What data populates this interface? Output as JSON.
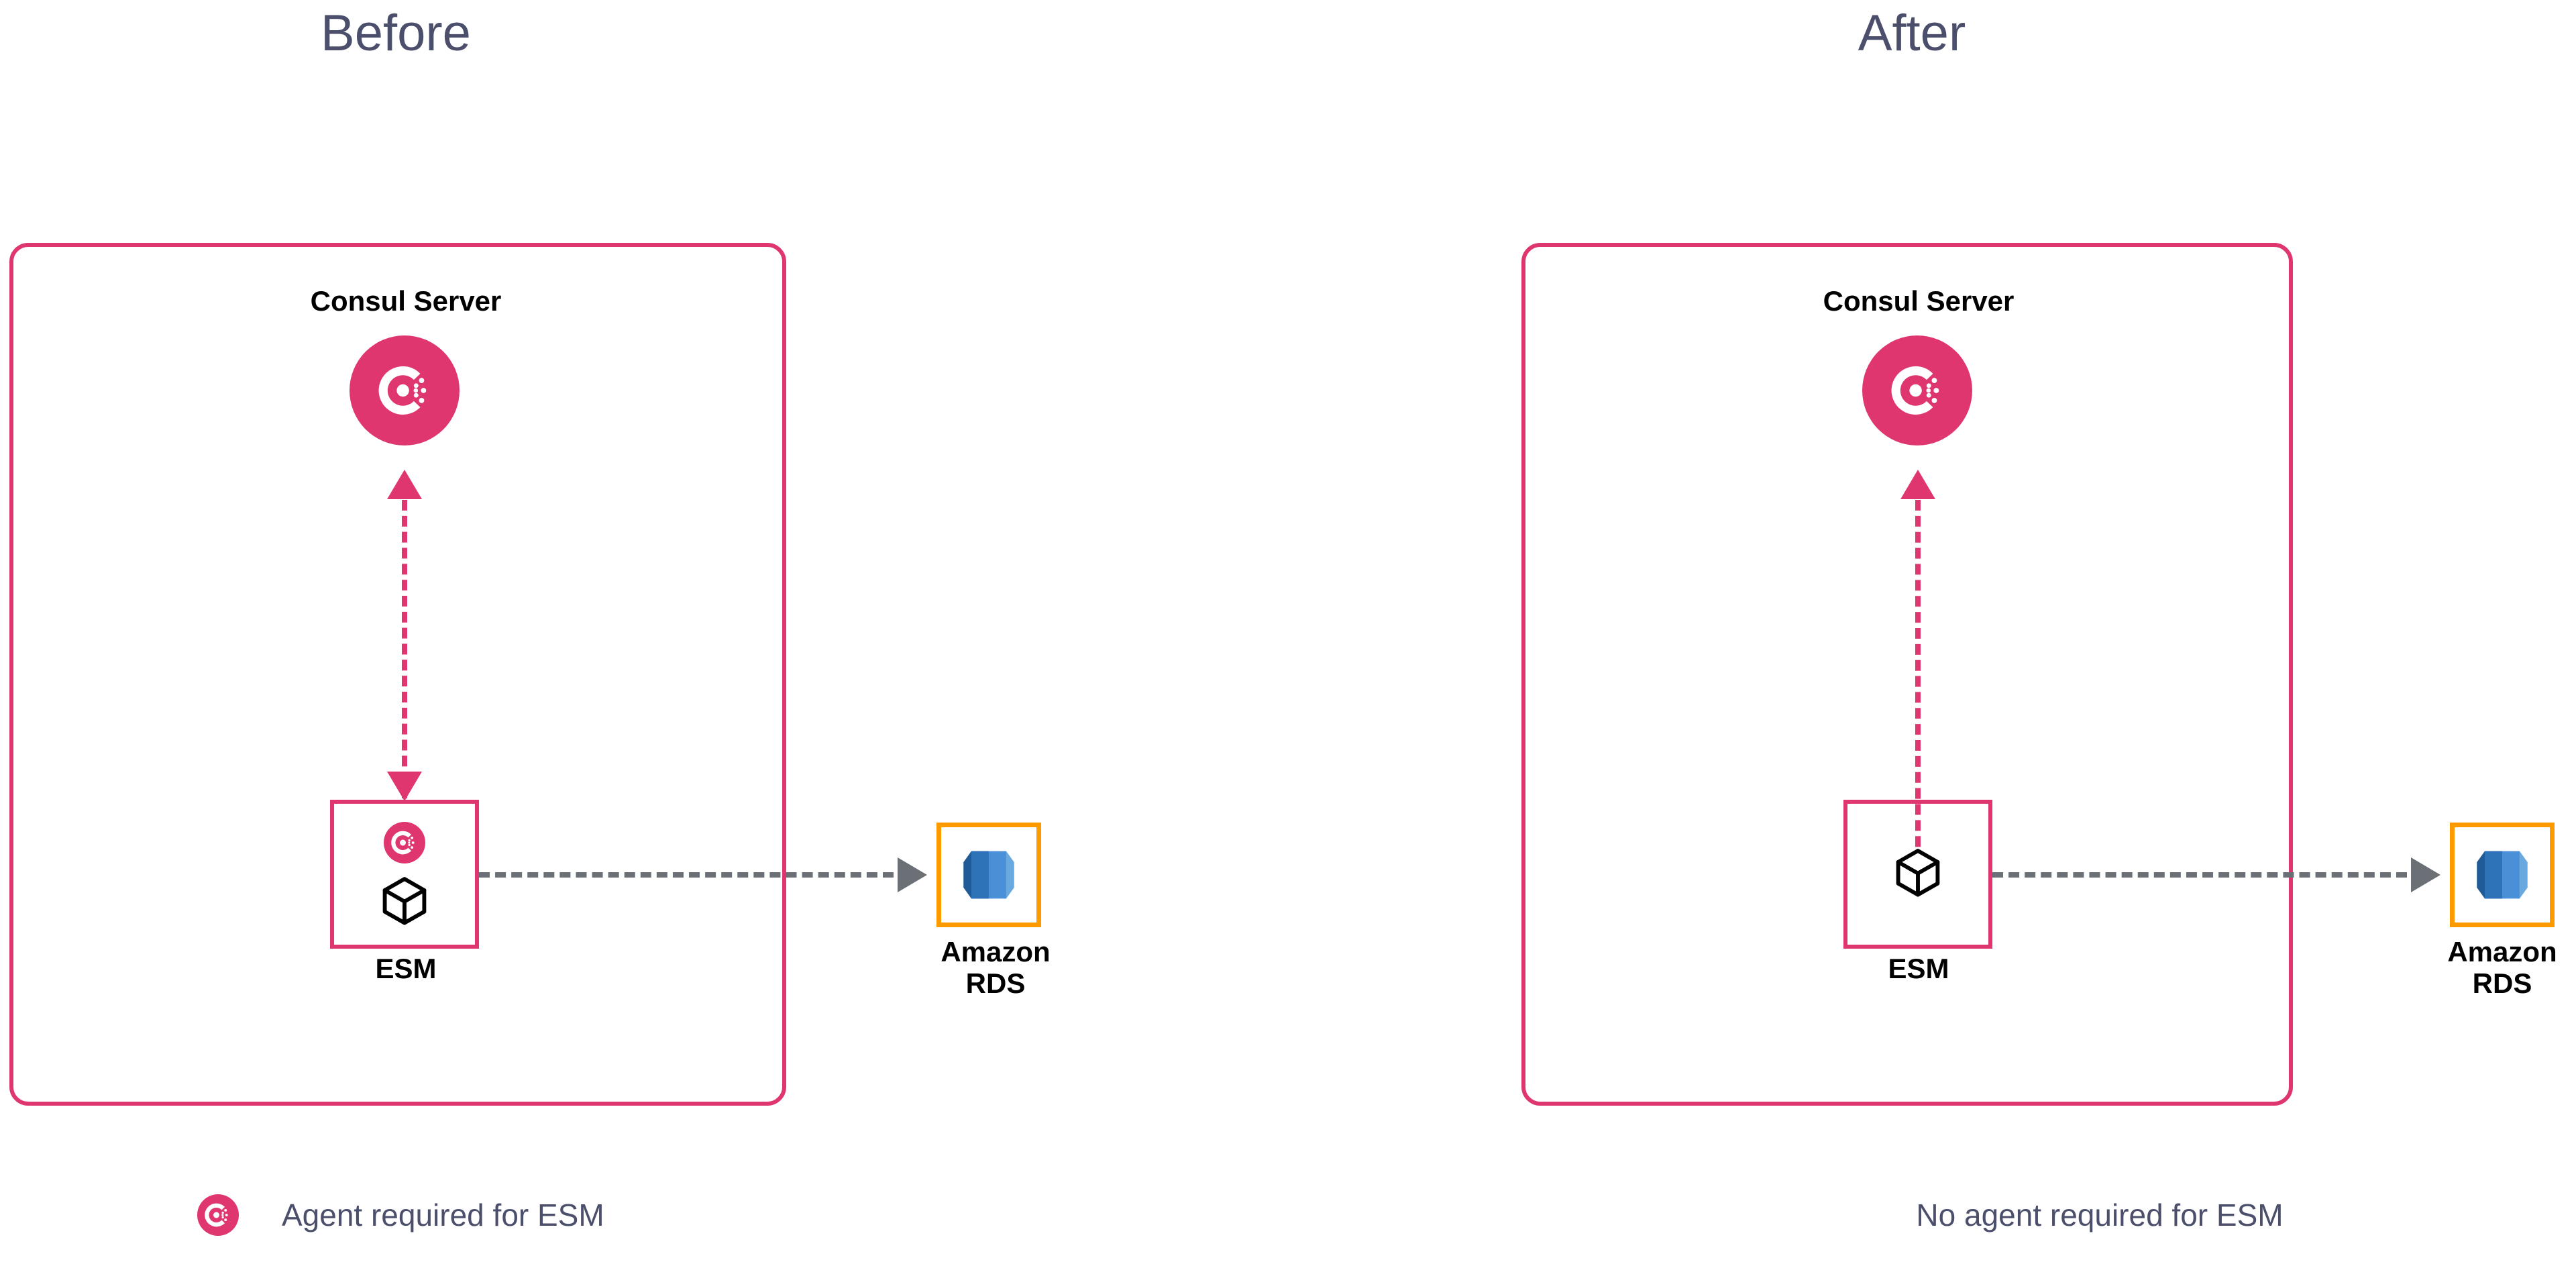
{
  "panels": [
    {
      "id": "before",
      "title": "Before",
      "boundary_color": "#e0366f",
      "nodes": {
        "consul_server": {
          "label": "Consul Server",
          "icon": "consul-logo-icon",
          "icon_color": "#e0366f"
        },
        "esm": {
          "label": "ESM",
          "icons": [
            "consul-logo-icon",
            "cube-icon"
          ],
          "border_color": "#e0366f"
        },
        "database": {
          "label": "Amazon\nRDS",
          "label_line1": "Amazon",
          "label_line2": "RDS",
          "icon": "amazon-rds-icon",
          "border_color": "#ff9900"
        }
      },
      "connectors": {
        "consul_to_esm": {
          "style": "dashed",
          "color": "#e0366f",
          "direction": "bidirectional"
        },
        "esm_to_database": {
          "style": "dashed",
          "color": "#6b6f76",
          "direction": "right"
        }
      },
      "legend": {
        "icon": "consul-logo-icon",
        "text": "Agent required for ESM"
      }
    },
    {
      "id": "after",
      "title": "After",
      "boundary_color": "#e0366f",
      "nodes": {
        "consul_server": {
          "label": "Consul Server",
          "icon": "consul-logo-icon",
          "icon_color": "#e0366f"
        },
        "esm": {
          "label": "ESM",
          "icons": [
            "cube-icon"
          ],
          "border_color": "#e0366f"
        },
        "database": {
          "label": "Amazon\nRDS",
          "label_line1": "Amazon",
          "label_line2": "RDS",
          "icon": "amazon-rds-icon",
          "border_color": "#ff9900"
        }
      },
      "connectors": {
        "consul_to_esm": {
          "style": "dashed",
          "color": "#e0366f",
          "direction": "up"
        },
        "esm_to_database": {
          "style": "dashed",
          "color": "#6b6f76",
          "direction": "right"
        }
      },
      "legend": {
        "icon": null,
        "text": "No agent required for ESM"
      }
    }
  ],
  "colors": {
    "consul_pink": "#e0366f",
    "aws_orange": "#ff9900",
    "connector_gray": "#6b6f76",
    "title_slate": "#4b4f6b",
    "label_black": "#000000",
    "rds_blue_dark": "#205b97",
    "rds_blue_mid": "#2e73b8",
    "rds_blue_light": "#4a90d9",
    "rds_blue_pale": "#6aa8e0",
    "background": "#ffffff"
  }
}
